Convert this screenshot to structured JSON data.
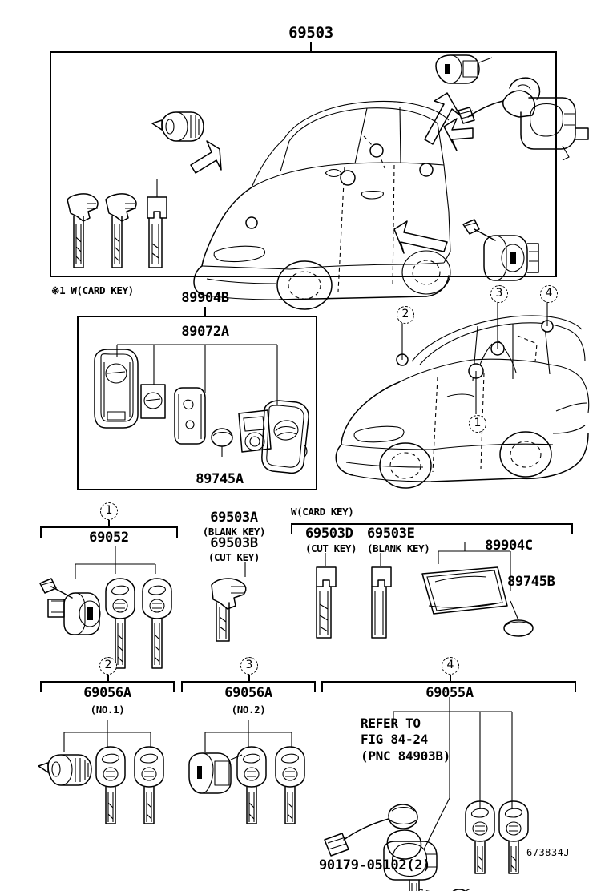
{
  "figure": {
    "id": "673834J",
    "footnote_marker": "※1",
    "footnote_text": "※1 W(CARD KEY)"
  },
  "main_panel": {
    "label": "69503",
    "note_marker": "※1"
  },
  "fob_panel": {
    "label": "89904B",
    "parts": [
      {
        "label": "89072A"
      },
      {
        "label": "89745A"
      }
    ]
  },
  "vehicle_panel": {
    "callouts": [
      "1",
      "2",
      "3",
      "4"
    ]
  },
  "row_ignition": {
    "callout": "1",
    "label": "69052"
  },
  "row_blankcut": {
    "labels": [
      {
        "code": "69503A",
        "note": "(BLANK KEY)"
      },
      {
        "code": "69503B",
        "note": "(CUT KEY)"
      }
    ]
  },
  "row_cardkey": {
    "header": "W(CARD KEY)",
    "labels": [
      {
        "code": "69503D",
        "note": "(CUT KEY)"
      },
      {
        "code": "69503E",
        "note": "(BLANK KEY)"
      }
    ],
    "card": {
      "label": "89904C"
    },
    "battery": {
      "label": "89745B"
    }
  },
  "row_door1": {
    "callout": "2",
    "label": "69056A",
    "note": "(NO.1)"
  },
  "row_door2": {
    "callout": "3",
    "label": "69056A",
    "note": "(NO.2)"
  },
  "row_trunk": {
    "callout": "4",
    "label": "69055A",
    "refer": "REFER TO\nFIG 84-24\n(PNC 84903B)",
    "bolt": "90179-05102(2)"
  }
}
